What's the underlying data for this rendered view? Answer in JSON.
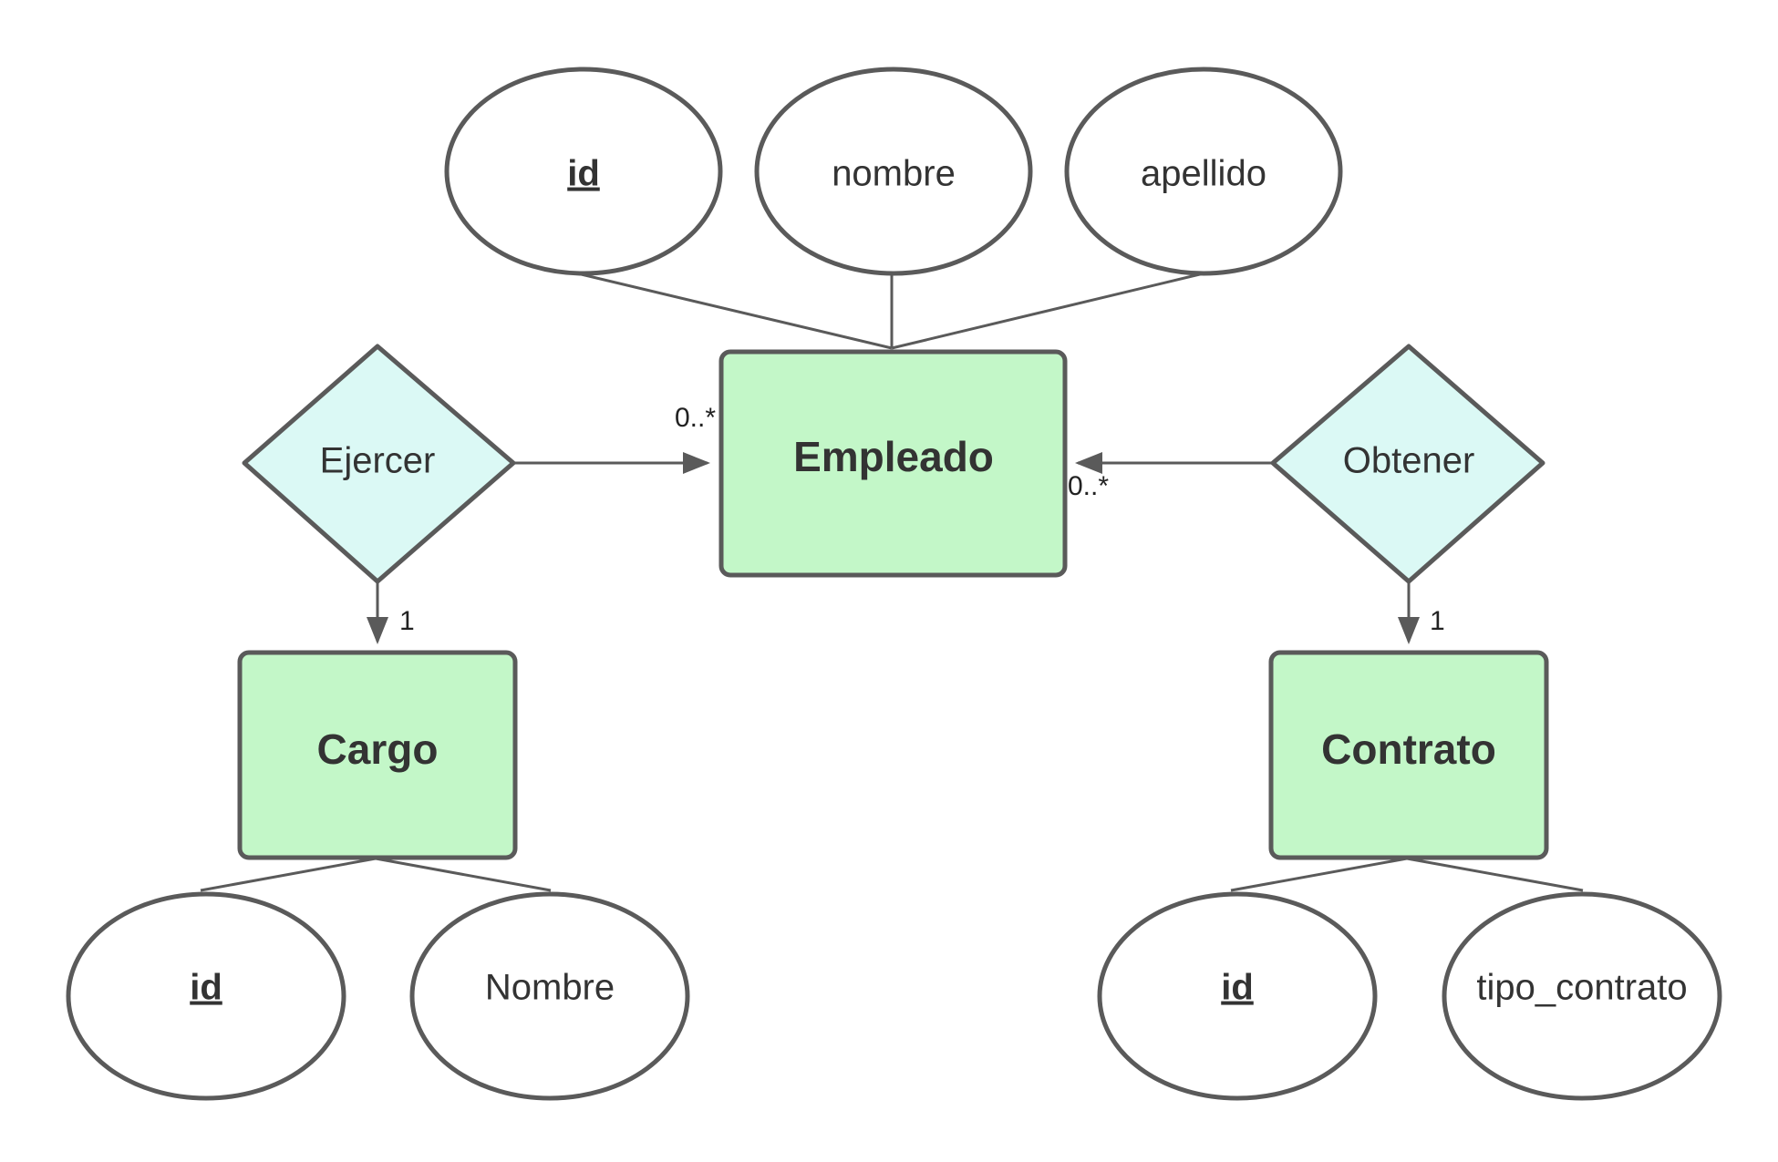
{
  "entities": {
    "empleado": "Empleado",
    "cargo": "Cargo",
    "contrato": "Contrato"
  },
  "relationships": {
    "ejercer": "Ejercer",
    "obtener": "Obtener"
  },
  "attributes": {
    "empleado_id": "id",
    "empleado_nombre": "nombre",
    "empleado_apellido": "apellido",
    "cargo_id": "id",
    "cargo_nombre": "Nombre",
    "contrato_id": "id",
    "contrato_tipo": "tipo_contrato"
  },
  "cardinalities": {
    "ejercer_empleado": "0..*",
    "ejercer_cargo": "1",
    "obtener_empleado": "0..*",
    "obtener_contrato": "1"
  },
  "colors": {
    "entity_fill": "#c3f7c8",
    "relationship_fill": "#dbf9f5",
    "attribute_fill": "#ffffff",
    "stroke": "#5a5a5a",
    "text": "#333333"
  }
}
